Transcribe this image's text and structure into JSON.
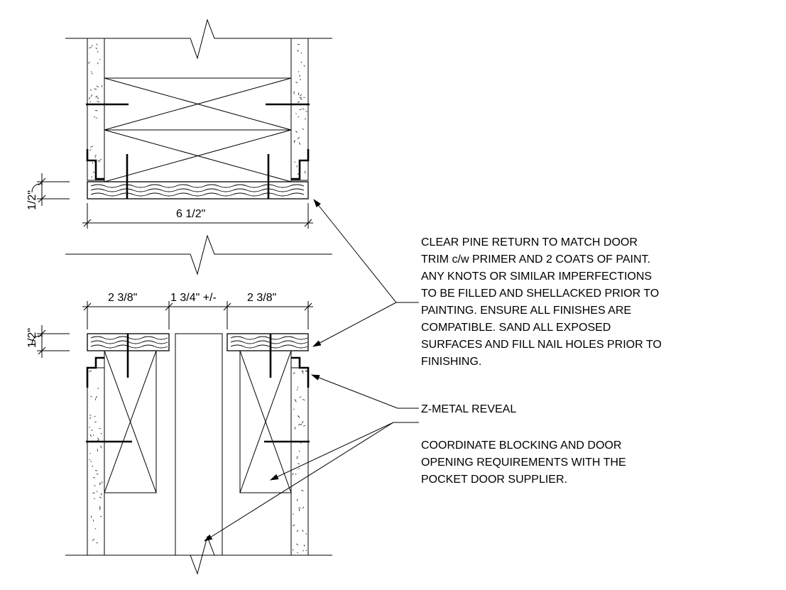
{
  "dimensions": {
    "trim_thickness_top": "1/2\"",
    "return_width": "6 1/2\"",
    "jamb_left": "2 3/8\"",
    "pocket_gap": "1 3/4\" +/-",
    "jamb_right": "2 3/8\"",
    "trim_thickness_bottom": "1/2\""
  },
  "notes": {
    "clear_pine": [
      "CLEAR PINE RETURN TO MATCH DOOR",
      "TRIM c/w PRIMER AND 2 COATS OF PAINT.",
      "ANY KNOTS OR SIMILAR IMPERFECTIONS",
      "TO BE FILLED AND SHELLACKED PRIOR TO",
      "PAINTING. ENSURE ALL FINISHES ARE",
      "COMPATIBLE. SAND ALL EXPOSED",
      "SURFACES AND FILL NAIL HOLES PRIOR TO",
      "FINISHING."
    ],
    "z_metal": [
      "Z-METAL REVEAL"
    ],
    "coordinate": [
      "COORDINATE BLOCKING AND DOOR",
      "OPENING REQUIREMENTS WITH THE",
      "POCKET DOOR SUPPLIER."
    ]
  }
}
